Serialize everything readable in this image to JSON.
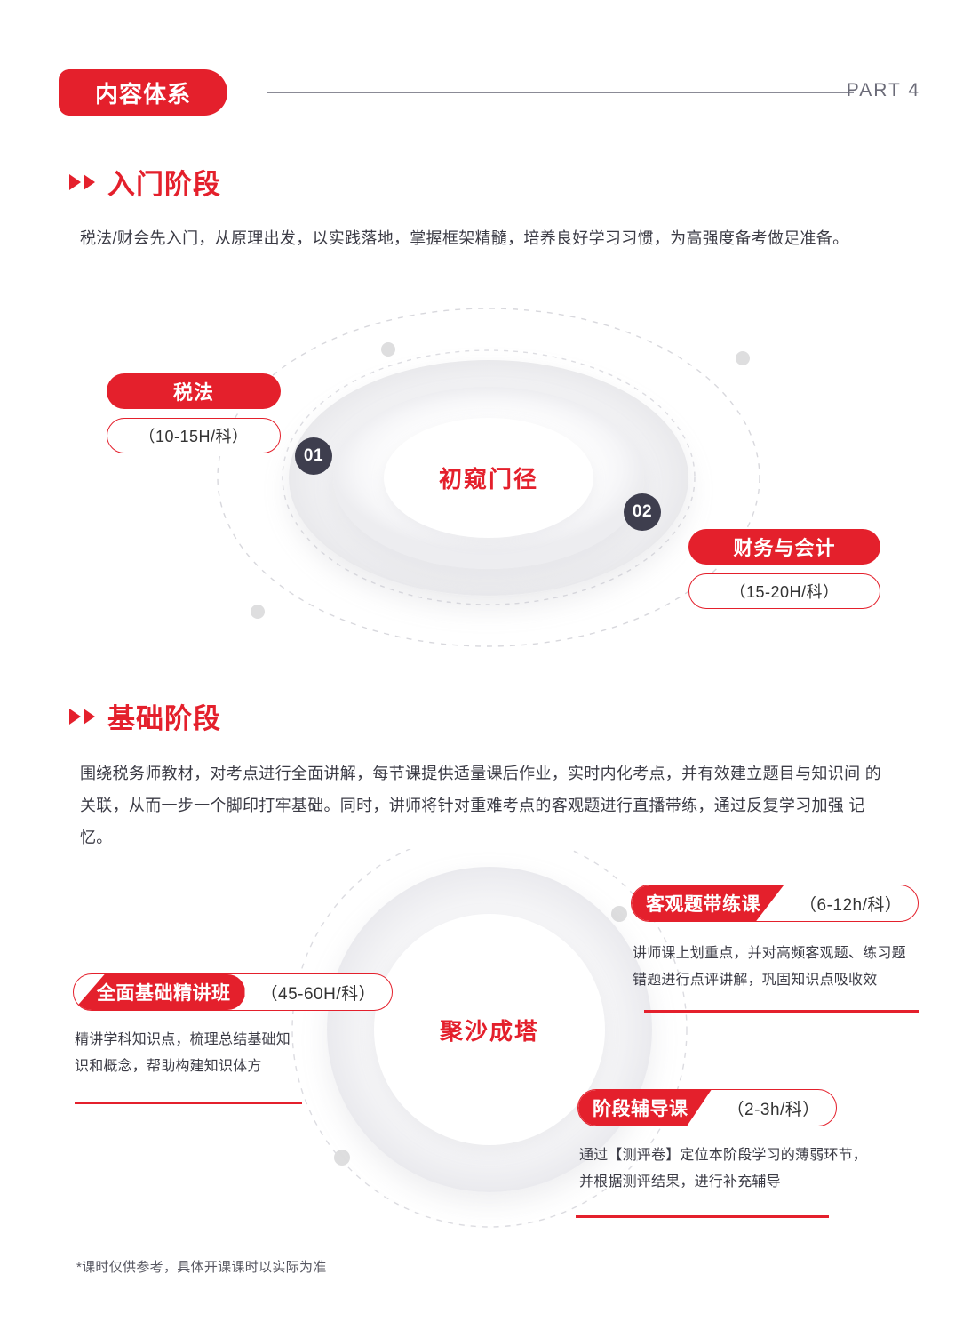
{
  "header": {
    "tag": "内容体系",
    "part": "PART 4",
    "accent": "#E4202C"
  },
  "sections": [
    {
      "title": "入门阶段",
      "desc": "税法/财会先入门，从原理出发，以实践落地，掌握框架精髓，培养良好学习习惯，为高强度备考做足准备。",
      "center": "初窥门径",
      "nodes": [
        {
          "num": "01",
          "name": "税法",
          "hours": "（10-15H/科）"
        },
        {
          "num": "02",
          "name": "财务与会计",
          "hours": "（15-20H/科）"
        }
      ]
    },
    {
      "title": "基础阶段",
      "desc": "围绕税务师教材，对考点进行全面讲解，每节课提供适量课后作业，实时内化考点，并有效建立题目与知识间 的关联，从而一步一个脚印打牢基础。同时，讲师将针对重难考点的客观题进行直播带练，通过反复学习加强 记忆。",
      "center": "聚沙成塔",
      "cards": [
        {
          "name": "客观题带练课",
          "hours": "（6-12h/科）",
          "desc_line1": "讲师课上划重点，并对高频客观题、练习题",
          "desc_line2": "错题进行点评讲解，巩固知识点吸收效"
        },
        {
          "name": "全面基础精讲班",
          "hours": "（45-60H/科）",
          "desc_line1": "精讲学科知识点，梳理总结基础知",
          "desc_line2": "识和概念，帮助构建知识体方"
        },
        {
          "name": "阶段辅导课",
          "hours": "（2-3h/科）",
          "desc_line1": "通过【测评卷】定位本阶段学习的薄弱环节，",
          "desc_line2": "并根据测评结果，进行补充辅导"
        }
      ]
    }
  ],
  "footnote": "*课时仅供参考，具体开课课时以实际为准"
}
